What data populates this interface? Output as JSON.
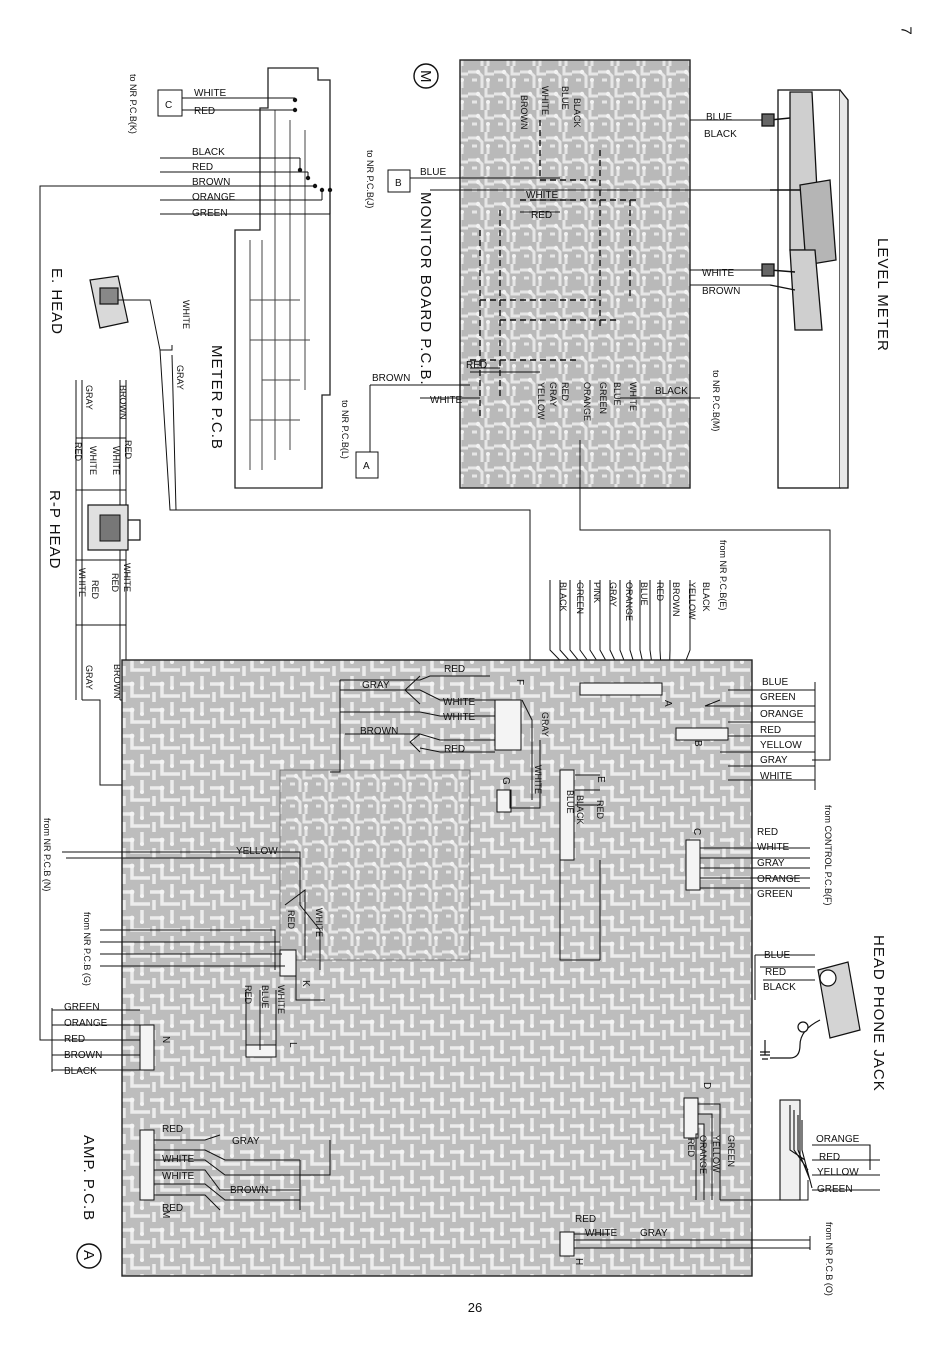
{
  "page": {
    "number": "26",
    "corner_mark": "7"
  },
  "titles": {
    "meter": "METER  P.C.B",
    "monitor": "MONITOR BOARD P.C.B.",
    "monitor_circle": "M",
    "level_meter": "LEVEL  METER",
    "amp": "AMP. P.C.B",
    "amp_circle": "A",
    "e_head": "E. HEAD",
    "rp_head": "R-P  HEAD",
    "head_phone": "HEAD  PHONE  JACK"
  },
  "connectors": {
    "c": "C",
    "b": "B",
    "a": "A",
    "amp": [
      "F",
      "E",
      "G",
      "A",
      "B",
      "C",
      "K",
      "L",
      "N",
      "M",
      "D",
      "H"
    ]
  },
  "references": {
    "to_nr_k": "to NR P.C.B(K)",
    "to_nr_j": "to NR P.C.B(J)",
    "to_nr_l": "to NR P.C.B(L)",
    "to_nr_m": "to NR P.C.B(M)",
    "from_nr_e": "from NR P.C.B(E)",
    "from_nr_n": "from NR P.C.B (N)",
    "from_nr_g": "from NR P.C.B (G)",
    "from_control_f": "from CONTROL P.C.B(F)",
    "from_nr_o": "from NR P.C.B (O)"
  },
  "wires": {
    "meter_c": [
      "WHITE",
      "RED"
    ],
    "meter_group": [
      "BLACK",
      "RED",
      "BROWN",
      "ORANGE",
      "GREEN"
    ],
    "ehead": "WHITE",
    "ehead_gray": "GRAY",
    "monitor_top": [
      "BROWN",
      "WHITE",
      "BLUE",
      "BLACK"
    ],
    "monitor_b": "BLUE",
    "monitor_white": "WHITE",
    "monitor_red": "RED",
    "monitor_a": [
      "BROWN",
      "WHITE"
    ],
    "monitor_red2": "RED",
    "monitor_bottom": [
      "YELLOW",
      "GRAY",
      "RED",
      "ORANGE",
      "GREEN",
      "BLUE",
      "WHITE"
    ],
    "monitor_black": "BLACK",
    "level_top": [
      "BLUE",
      "BLACK"
    ],
    "level_bottom": [
      "WHITE",
      "BROWN"
    ],
    "rp_top": [
      "BROWN",
      "GRAY",
      "RED",
      "WHITE",
      "RED",
      "WHITE"
    ],
    "rp_bottom": [
      "WHITE",
      "RED",
      "RED",
      "WHITE"
    ],
    "rp_long": [
      "GRAY",
      "BROWN"
    ],
    "nr_e": [
      "BLACK",
      "YELLOW",
      "BROWN",
      "RED",
      "BLUE",
      "ORANGE",
      "GRAY",
      "PINK",
      "GREEN",
      "BLACK"
    ],
    "amp_f": [
      "RED",
      "GRAY",
      "WHITE",
      "WHITE",
      "BROWN",
      "RED"
    ],
    "amp_e_gray": "GRAY",
    "amp_e_white": "WHITE",
    "amp_e": [
      "RED",
      "BLACK",
      "BLUE"
    ],
    "amp_b": [
      "BLUE",
      "GREEN",
      "ORANGE",
      "RED",
      "YELLOW",
      "GRAY",
      "WHITE"
    ],
    "amp_c": [
      "RED",
      "WHITE",
      "GRAY",
      "ORANGE",
      "GREEN"
    ],
    "amp_k_yellow": "YELLOW",
    "amp_k": [
      "RED",
      "WHITE"
    ],
    "amp_l": [
      "RED",
      "BLUE",
      "WHITE"
    ],
    "amp_n": [
      "GREEN",
      "ORANGE",
      "RED",
      "BROWN",
      "BLACK"
    ],
    "headphone": [
      "BLUE",
      "RED",
      "BLACK"
    ],
    "amp_d": [
      "RED",
      "ORANGE",
      "YELLOW",
      "GREEN"
    ],
    "amp_d_side": [
      "ORANGE",
      "RED",
      "YELLOW",
      "GREEN"
    ],
    "amp_m": [
      "RED",
      "GRAY",
      "WHITE",
      "WHITE",
      "BROWN",
      "RED"
    ],
    "amp_h": [
      "RED",
      "WHITE",
      "GRAY"
    ]
  }
}
